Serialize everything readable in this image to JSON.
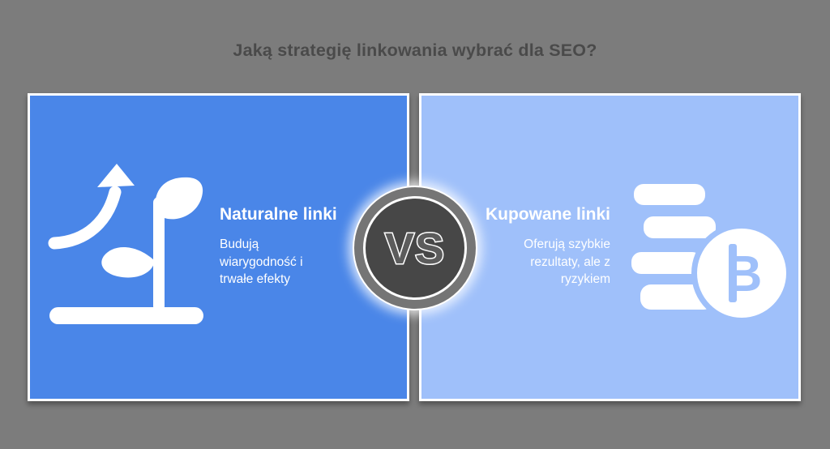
{
  "title": "Jaką strategię linkowania wybrać dla SEO?",
  "vs_badge": {
    "label": "VS"
  },
  "panels": {
    "left": {
      "heading": "Naturalne linki",
      "description": "Budują wiarygodność i trwałe efekty",
      "description_lines": [
        "Budują",
        "wiarygodność i",
        "trwałe efekty"
      ],
      "icon": "growth-plant-arrow-icon"
    },
    "right": {
      "heading": "Kupowane linki",
      "description": "Oferują szybkie rezultaty, ale z ryzykiem",
      "description_lines": [
        "Oferują szybkie",
        "rezultaty, ale z",
        "ryzykiem"
      ],
      "icon": "coins-bitcoin-icon"
    }
  },
  "colors": {
    "background": "#7c7c7c",
    "title": "#4a4a4a",
    "left_panel_bg": "#4a86e8",
    "right_panel_bg": "#9fc0fa",
    "vs_ring": "#757575",
    "vs_core": "#474747",
    "vs_text": "#5c5c5c",
    "icon": "#ffffff",
    "text": "#ffffff"
  }
}
